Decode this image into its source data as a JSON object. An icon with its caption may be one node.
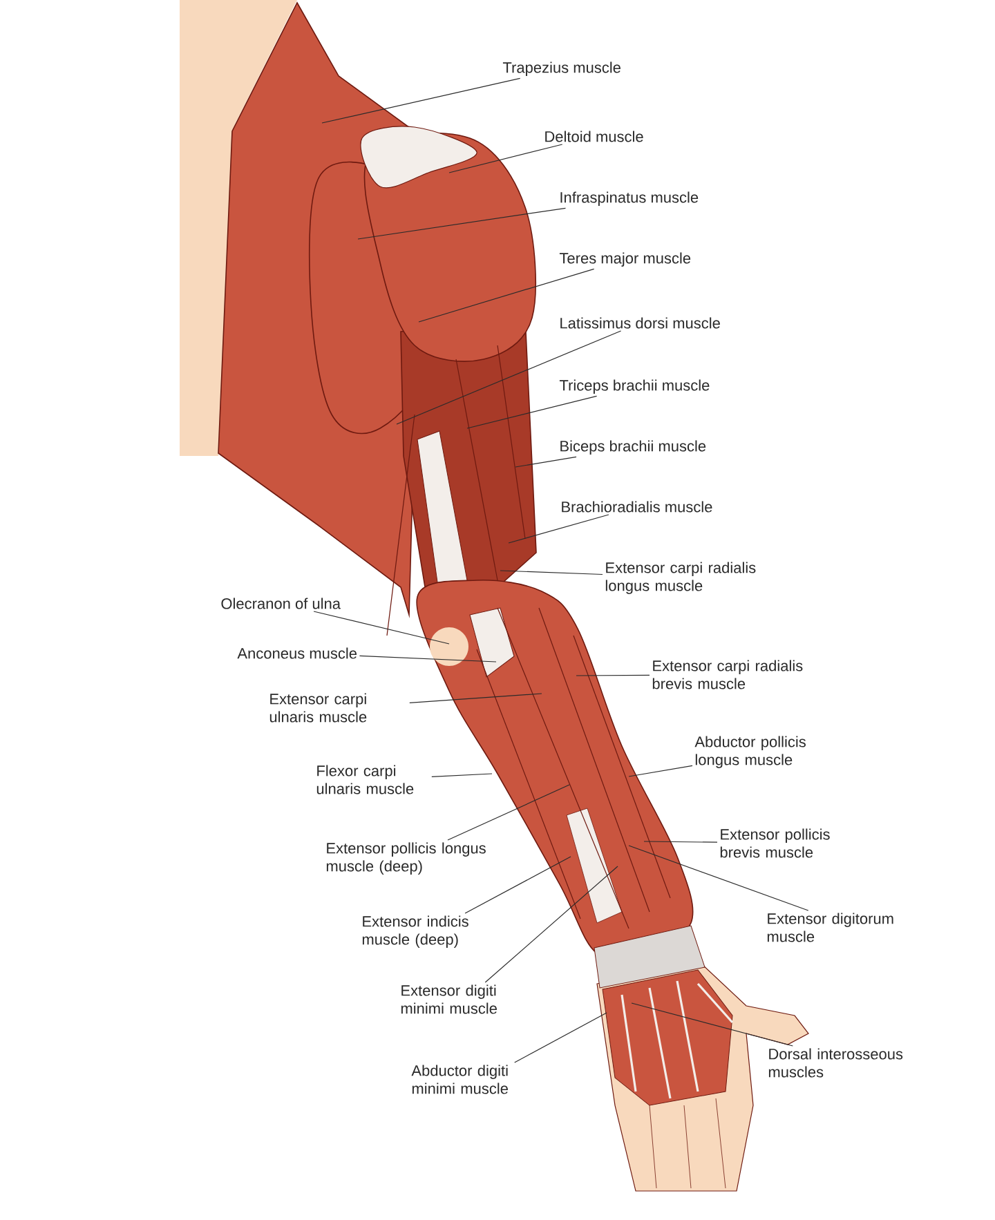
{
  "diagram": {
    "nodes": [
      {
        "text": [
          "Trapezius muscle"
        ]
      },
      {
        "text": [
          "Deltoid muscle"
        ]
      },
      {
        "text": [
          "Infraspinatus muscle"
        ]
      },
      {
        "text": [
          "Teres major muscle"
        ]
      },
      {
        "text": [
          "Latissimus dorsi muscle"
        ]
      },
      {
        "text": [
          "Triceps brachii muscle"
        ]
      },
      {
        "text": [
          "Biceps brachii muscle"
        ]
      },
      {
        "text": [
          "Brachioradialis muscle"
        ]
      },
      {
        "text": [
          "Extensor carpi radialis longus muscle"
        ]
      },
      {
        "text": [
          "Olecranon of ulna"
        ]
      },
      {
        "text": [
          "Anconeus muscle"
        ]
      },
      {
        "text": [
          "Extensor carpi radialis brevis muscle"
        ]
      },
      {
        "text": [
          "Extensor carpi ulnaris muscle"
        ]
      },
      {
        "text": [
          "Abductor pollicis longus muscle"
        ]
      },
      {
        "text": [
          "Flexor carpi ulnaris muscle"
        ]
      },
      {
        "text": [
          "Extensor pollicis brevis muscle"
        ]
      },
      {
        "text": [
          "Extensor pollicis longus muscle (deep)"
        ]
      },
      {
        "text": [
          "Extensor digitorum muscle"
        ]
      },
      {
        "text": [
          "Extensor indicis muscle (deep)"
        ]
      },
      {
        "text": [
          "Extensor digiti minimi muscle"
        ]
      },
      {
        "text": [
          "Dorsal interosseous muscles"
        ]
      },
      {
        "text": [
          "Abductor digiti minimi muscle"
        ]
      }
    ],
    "edges": [
      {
        "from": 0,
        "to": null,
        "arrow": "none"
      },
      {
        "from": 1,
        "to": null,
        "arrow": "none"
      },
      {
        "from": 2,
        "to": null,
        "arrow": "none"
      },
      {
        "from": 3,
        "to": null,
        "arrow": "none"
      },
      {
        "from": 4,
        "to": null,
        "arrow": "none"
      },
      {
        "from": 5,
        "to": null,
        "arrow": "none"
      },
      {
        "from": 6,
        "to": null,
        "arrow": "none"
      },
      {
        "from": 7,
        "to": null,
        "arrow": "none"
      },
      {
        "from": 8,
        "to": null,
        "arrow": "none"
      },
      {
        "from": 9,
        "to": null,
        "arrow": "none"
      },
      {
        "from": 10,
        "to": null,
        "arrow": "none"
      },
      {
        "from": 11,
        "to": null,
        "arrow": "none"
      },
      {
        "from": 12,
        "to": null,
        "arrow": "none"
      },
      {
        "from": 13,
        "to": null,
        "arrow": "none"
      },
      {
        "from": 14,
        "to": null,
        "arrow": "none"
      },
      {
        "from": 15,
        "to": null,
        "arrow": "none"
      },
      {
        "from": 16,
        "to": null,
        "arrow": "none"
      },
      {
        "from": 17,
        "to": null,
        "arrow": "none"
      },
      {
        "from": 18,
        "to": null,
        "arrow": "none"
      },
      {
        "from": 19,
        "to": null,
        "arrow": "none"
      },
      {
        "from": 20,
        "to": null,
        "arrow": "none"
      },
      {
        "from": 21,
        "to": null,
        "arrow": "none"
      }
    ]
  }
}
